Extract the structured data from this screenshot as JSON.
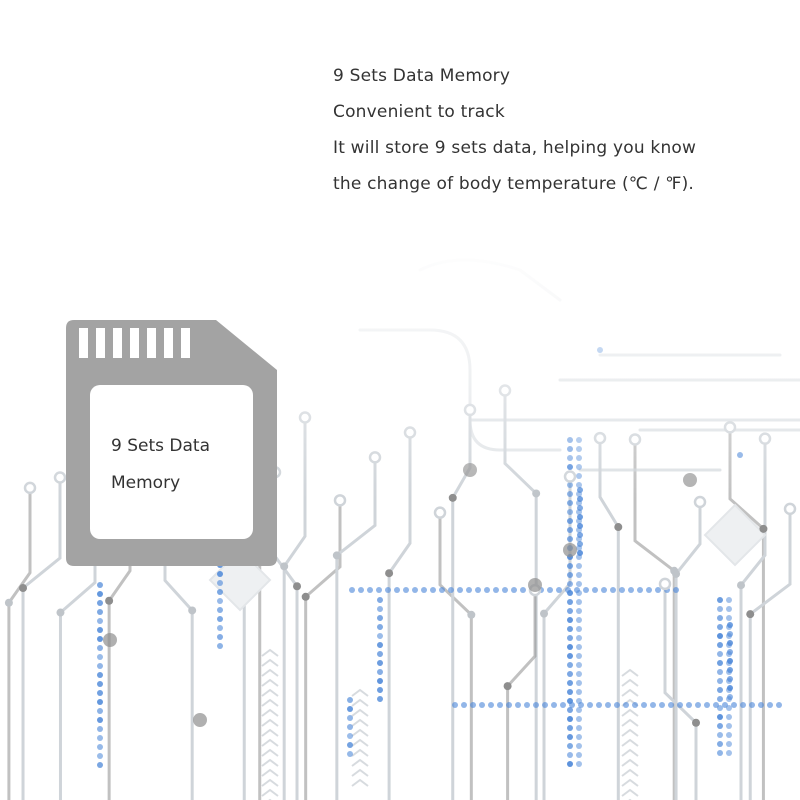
{
  "description": {
    "lines": [
      "9 Sets Data Memory",
      "Convenient to track",
      "It will store 9 sets data, helping you know",
      "the change of body temperature (℃ / ℉)."
    ]
  },
  "card": {
    "label_line1": "9 Sets Data",
    "label_line2": "Memory"
  },
  "colors": {
    "card_gray": "#a3a3a3",
    "text": "#333333",
    "circuit_gray": "#cfd4d9",
    "circuit_dark": "#8e8e8e",
    "accent_blue": "#4a86d8"
  },
  "icons": [
    "memory-card-icon",
    "circuit-board-background"
  ]
}
